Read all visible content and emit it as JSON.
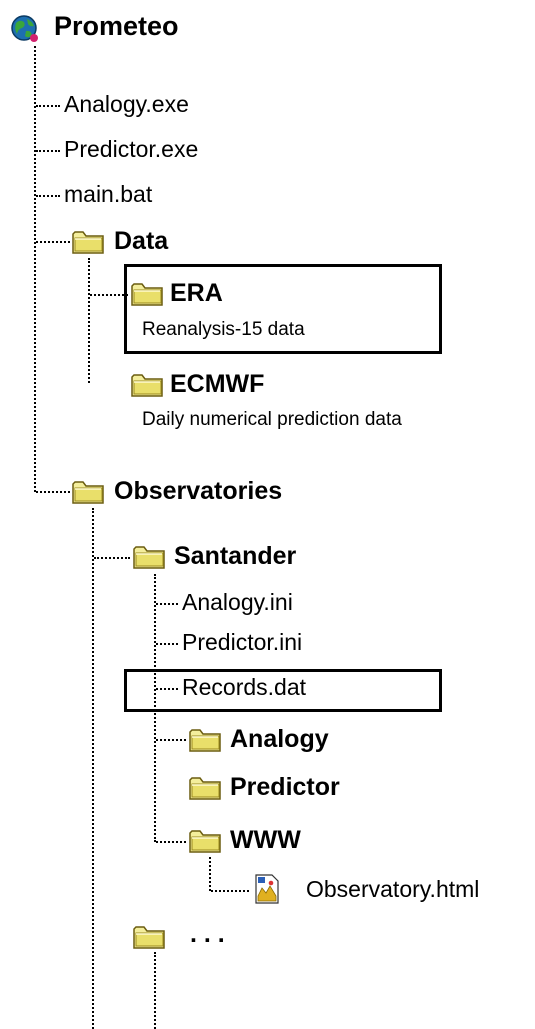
{
  "root": {
    "name": "Prometeo"
  },
  "root_files": [
    "Analogy.exe",
    "Predictor.exe",
    "main.bat"
  ],
  "data": {
    "name": "Data",
    "era": {
      "name": "ERA",
      "desc": "Reanalysis-15 data"
    },
    "ecmwf": {
      "name": "ECMWF",
      "desc": "Daily numerical prediction data"
    }
  },
  "observatories": {
    "name": "Observatories",
    "santander": {
      "name": "Santander",
      "files": [
        "Analogy.ini",
        "Predictor.ini",
        "Records.dat"
      ],
      "folders": [
        "Analogy",
        "Predictor",
        "WWW"
      ],
      "www_file": "Observatory.html"
    },
    "ellipsis": ". . ."
  },
  "colors": {
    "folder_fill": "#f4ee9c",
    "folder_edge": "#8a7a1a",
    "globe": "#1d6fb0"
  }
}
